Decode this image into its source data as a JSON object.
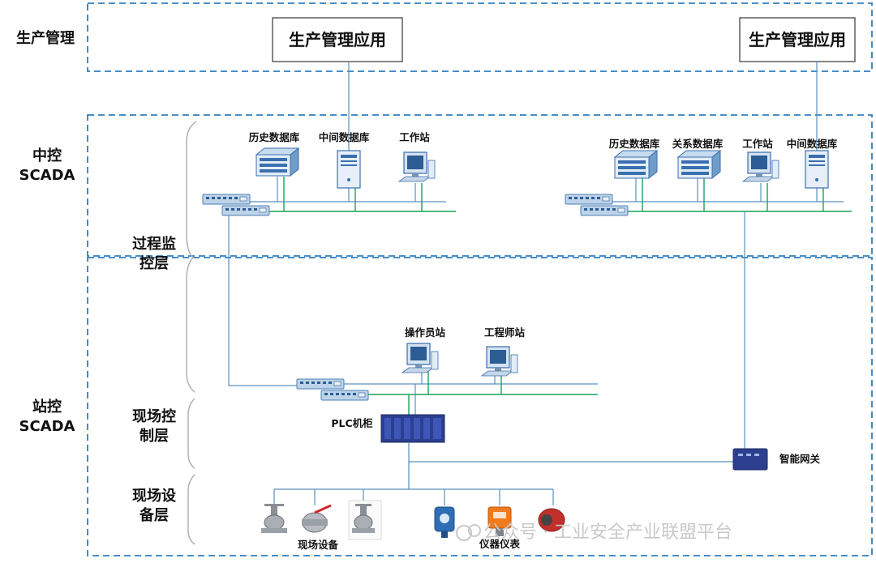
{
  "zones": {
    "production": "生产管理",
    "central": "中控\nSCADA",
    "station": "站控\nSCADA"
  },
  "layers": {
    "process": "过程监\n控层",
    "field_control": "现场控\n制层",
    "field_device": "现场设\n备层"
  },
  "apps": {
    "left": "生产管理应用",
    "right": "生产管理应用"
  },
  "central_left": {
    "history_db": "历史数据库",
    "middle_db": "中间数据库",
    "workstation": "工作站"
  },
  "central_right": {
    "history_db": "历史数据库",
    "relational_db": "关系数据库",
    "workstation": "工作站",
    "middle_db": "中间数据库"
  },
  "station": {
    "operator_station": "操作员站",
    "engineer_station": "工程师站",
    "plc_cabinet": "PLC机柜",
    "gateway": "智能网关",
    "field_equipment": "现场设备",
    "instruments": "仪器仪表"
  },
  "watermark": "公众号 · 工业安全产业联盟平台",
  "colors": {
    "zone_border": "#2f7fc1",
    "network_blue": "#5b8fbf",
    "network_green": "#19a35a",
    "device_blue": "#3a6fb0",
    "switch_blue": "#6f9dc9"
  }
}
